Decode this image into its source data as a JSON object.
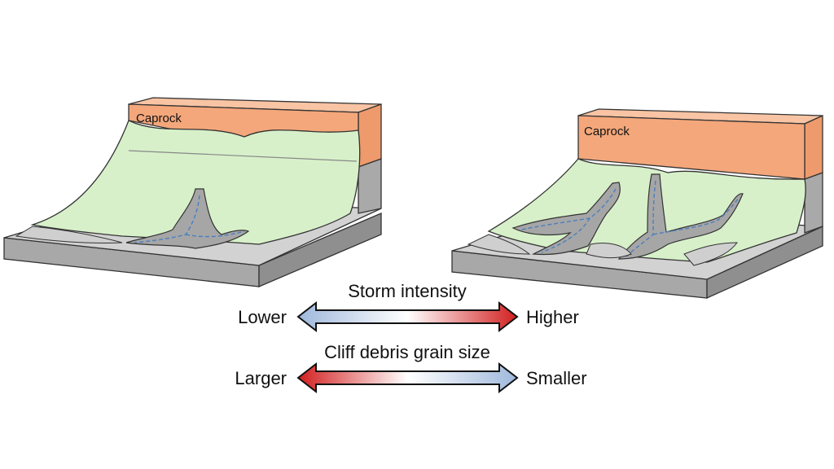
{
  "left_block": {
    "caprock_label": "Caprock"
  },
  "right_block": {
    "caprock_label": "Caprock"
  },
  "scale_storm": {
    "title": "Storm intensity",
    "left_label": "Lower",
    "right_label": "Higher",
    "gradient_colors": [
      "#9fb8dc",
      "#ffffff",
      "#d21f1f"
    ]
  },
  "scale_grain": {
    "title": "Cliff debris grain size",
    "left_label": "Larger",
    "right_label": "Smaller",
    "gradient_colors": [
      "#d21f1f",
      "#ffffff",
      "#9fb8dc"
    ]
  },
  "colors": {
    "caprock": "#f4a77b",
    "talus_green": "#d7f0c9",
    "rock_gray": "#bdbdbd",
    "base_gray": "#a9a9a9",
    "channel_gray": "#9e9e9e",
    "channel_line": "#4a7fc0"
  }
}
